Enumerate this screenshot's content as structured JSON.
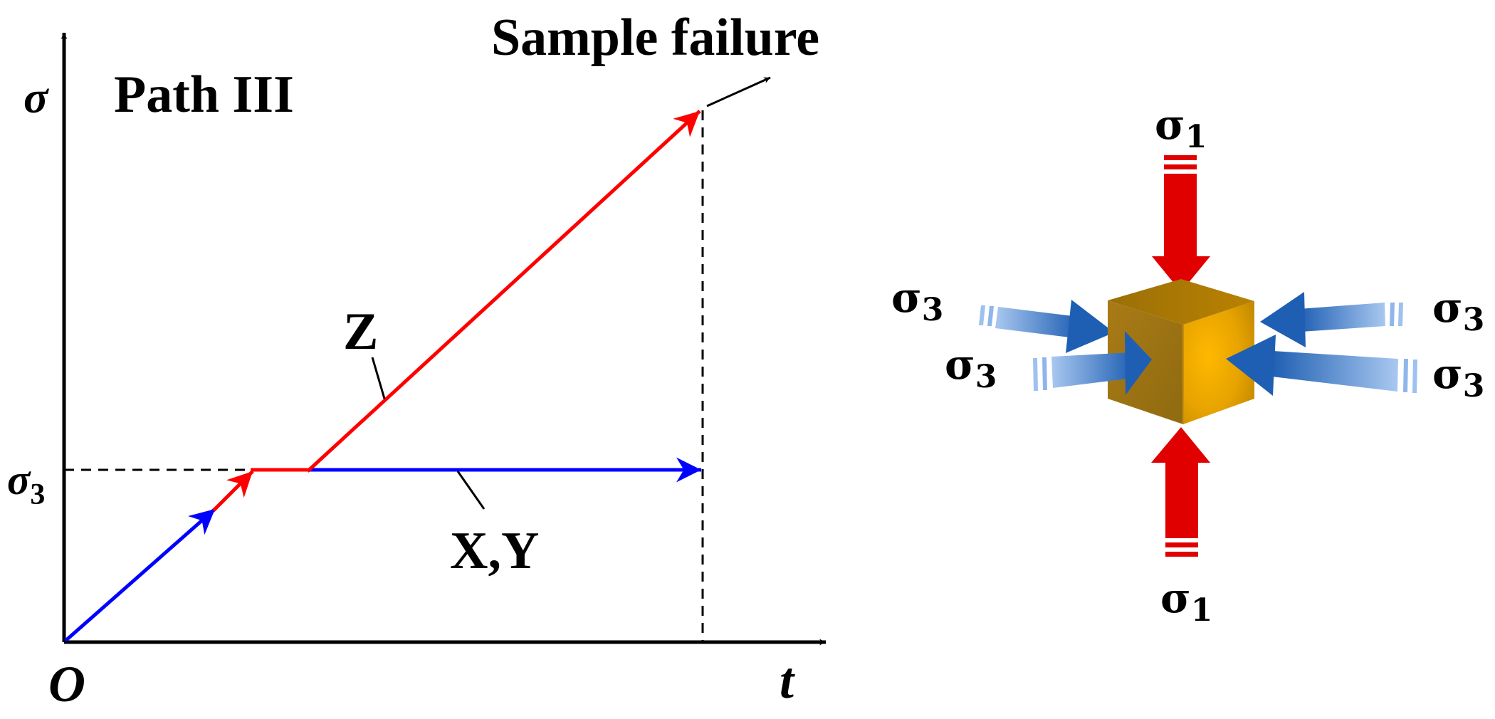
{
  "figure": {
    "plot": {
      "title": "Path III",
      "y_axis_label": "σ",
      "x_axis_label": "t",
      "origin_label": "O",
      "y_tick_label_symbol": "σ",
      "y_tick_label_sub": "3",
      "event_label": "Sample failure",
      "z_curve_label": "Z",
      "xy_curve_label": "X,Y",
      "z_color": "#ff0000",
      "xy_color": "#0000ff"
    },
    "specimen": {
      "sigma_symbol": "σ",
      "top_sub": "1",
      "bottom_sub": "1",
      "left_upper_sub": "3",
      "left_lower_sub": "3",
      "right_upper_sub": "3",
      "right_lower_sub": "3",
      "vertical_arrow_color": "#e00000",
      "lateral_arrow_color": "#2e6fc4",
      "cube_color": "#d6a100"
    }
  }
}
